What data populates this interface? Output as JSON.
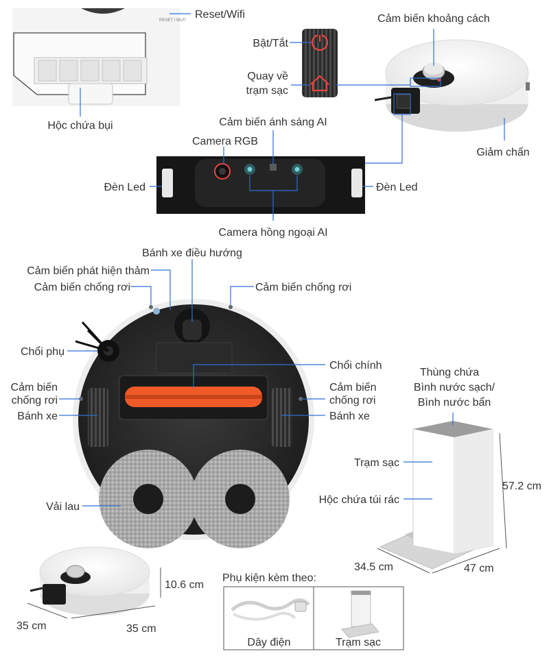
{
  "labels": {
    "reset_wifi": "Reset/Wifi",
    "reset_wifi_small": "RESET / Wi-Fi",
    "dust_bin": "Hộc chứa bụi",
    "power": "Bật/Tắt",
    "return_line1": "Quay về",
    "return_line2": "trạm sạc",
    "distance_sensor": "Cảm biến khoảng cách",
    "bumper": "Giảm chấn",
    "ai_light_sensor": "Cảm biến ánh sáng AI",
    "rgb_camera": "Camera RGB",
    "led_left": "Đèn Led",
    "led_right": "Đèn Led",
    "ai_ir_camera": "Camera hồng ngoại AI",
    "nav_wheel": "Bánh xe điều hướng",
    "carpet_sensor": "Cảm biến phát hiện thảm",
    "cliff_sensor_left_top": "Cảm biến chống rơi",
    "cliff_sensor_right_top": "Cảm biến chống rơi",
    "side_brush": "Chổi phụ",
    "main_brush": "Chổi chính",
    "cliff_left_line1": "Cảm biến",
    "cliff_left_line2": "chống rơi",
    "cliff_right_line1": "Cảm biến",
    "cliff_right_line2": "chống rơi",
    "wheel_left": "Bánh xe",
    "wheel_right": "Bánh xe",
    "mop": "Vải lau",
    "tank_line1": "Thùng chứa",
    "tank_line2": "Bình nước sạch/",
    "tank_line3": "Bình nước bẩn",
    "dock": "Trạm sạc",
    "bag_bin": "Hộc chứa túi rác"
  },
  "dimensions": {
    "robot_height": "10.6 cm",
    "robot_depth": "35 cm",
    "robot_width": "35 cm",
    "dock_height": "57.2 cm",
    "dock_depth": "34.5 cm",
    "dock_width": "47 cm"
  },
  "accessories": {
    "title": "Phụ kiện kèm theo:",
    "item1": "Dây điện",
    "item2": "Trạm sạc"
  },
  "colors": {
    "leader": "#2f6fd6",
    "brush_orange": "#f05a28",
    "power_red": "#e8473f"
  }
}
